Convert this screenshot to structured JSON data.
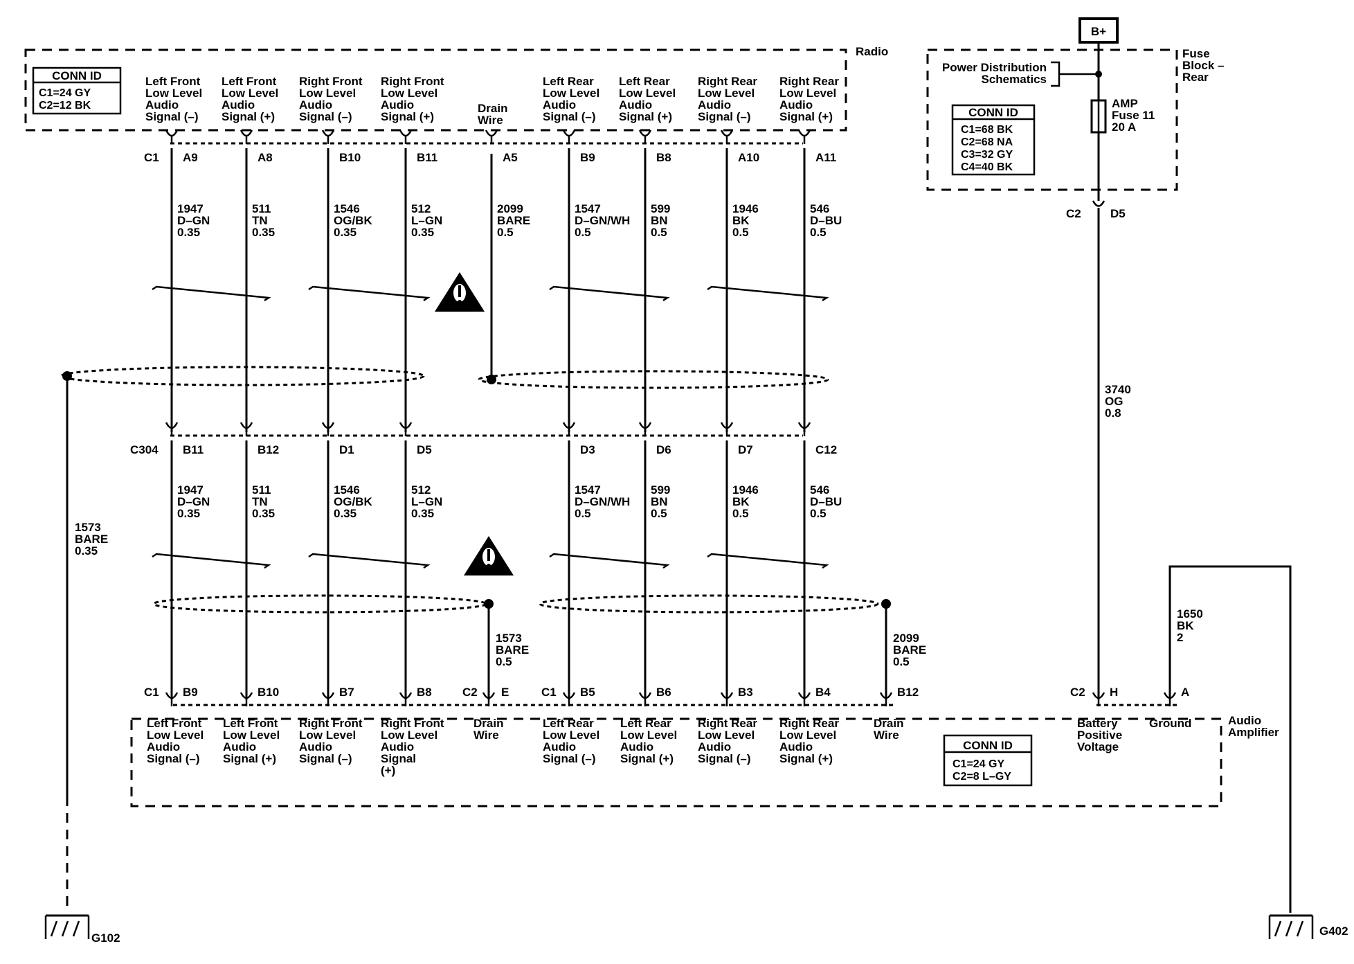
{
  "radio": {
    "label": "Radio",
    "conn_id": {
      "title": "CONN ID",
      "lines": [
        "C1=24 GY",
        "C2=12 BK"
      ]
    },
    "connector": "C1",
    "pins": [
      {
        "signal": [
          "Left Front",
          "Low Level",
          "Audio",
          "Signal (–)"
        ],
        "pin": "A9"
      },
      {
        "signal": [
          "Left Front",
          "Low Level",
          "Audio",
          "Signal (+)"
        ],
        "pin": "A8"
      },
      {
        "signal": [
          "Right Front",
          "Low Level",
          "Audio",
          "Signal (–)"
        ],
        "pin": "B10"
      },
      {
        "signal": [
          "Right Front",
          "Low Level",
          "Audio",
          "Signal (+)"
        ],
        "pin": "B11"
      },
      {
        "signal": [
          "Drain",
          "Wire"
        ],
        "pin": "A5"
      },
      {
        "signal": [
          "Left Rear",
          "Low Level",
          "Audio",
          "Signal (–)"
        ],
        "pin": "B9"
      },
      {
        "signal": [
          "Left Rear",
          "Low Level",
          "Audio",
          "Signal (+)"
        ],
        "pin": "B8"
      },
      {
        "signal": [
          "Right Rear",
          "Low Level",
          "Audio",
          "Signal (–)"
        ],
        "pin": "A10"
      },
      {
        "signal": [
          "Right Rear",
          "Low Level",
          "Audio",
          "Signal (+)"
        ],
        "pin": "A11"
      }
    ]
  },
  "upper_wires": [
    [
      "1947",
      "D–GN",
      "0.35"
    ],
    [
      "511",
      "TN",
      "0.35"
    ],
    [
      "1546",
      "OG/BK",
      "0.35"
    ],
    [
      "512",
      "L–GN",
      "0.35"
    ],
    [
      "2099",
      "BARE",
      "0.5"
    ],
    [
      "1547",
      "D–GN/WH",
      "0.5"
    ],
    [
      "599",
      "BN",
      "0.5"
    ],
    [
      "1946",
      "BK",
      "0.5"
    ],
    [
      "546",
      "D–BU",
      "0.5"
    ]
  ],
  "c304": {
    "connector": "C304",
    "pins": [
      "B11",
      "B12",
      "D1",
      "D5",
      "D3",
      "D6",
      "D7",
      "C12"
    ]
  },
  "lower_wires": [
    [
      "1947",
      "D–GN",
      "0.35"
    ],
    [
      "511",
      "TN",
      "0.35"
    ],
    [
      "1546",
      "OG/BK",
      "0.35"
    ],
    [
      "512",
      "L–GN",
      "0.35"
    ],
    [
      "1547",
      "D–GN/WH",
      "0.5"
    ],
    [
      "599",
      "BN",
      "0.5"
    ],
    [
      "1946",
      "BK",
      "0.5"
    ],
    [
      "546",
      "D–BU",
      "0.5"
    ]
  ],
  "drain_left": [
    "1573",
    "BARE",
    "0.35"
  ],
  "drain_mid": [
    "1573",
    "BARE",
    "0.5"
  ],
  "drain_right": [
    "2099",
    "BARE",
    "0.5"
  ],
  "amplifier": {
    "label": [
      "Audio",
      "Amplifier"
    ],
    "conn_id": {
      "title": "CONN ID",
      "lines": [
        "C1=24 GY",
        "C2=8 L–GY"
      ]
    },
    "c1": "C1",
    "c2": "C2",
    "group1_pins": [
      {
        "pin": "B9",
        "signal": [
          "Left Front",
          "Low Level",
          "Audio",
          "Signal (–)"
        ]
      },
      {
        "pin": "B10",
        "signal": [
          "Left Front",
          "Low Level",
          "Audio",
          "Signal (+)"
        ]
      },
      {
        "pin": "B7",
        "signal": [
          "Right Front",
          "Low Level",
          "Audio",
          "Signal (–)"
        ]
      },
      {
        "pin": "B8",
        "signal": [
          "Right Front",
          "Low Level",
          "Audio",
          "Signal",
          "(+)"
        ]
      }
    ],
    "drain_pin": {
      "pin": "E",
      "signal": [
        "Drain",
        "Wire"
      ]
    },
    "group2_pins": [
      {
        "pin": "B5",
        "signal": [
          "Left Rear",
          "Low Level",
          "Audio",
          "Signal (–)"
        ]
      },
      {
        "pin": "B6",
        "signal": [
          "Left Rear",
          "Low Level",
          "Audio",
          "Signal (+)"
        ]
      },
      {
        "pin": "B3",
        "signal": [
          "Right Rear",
          "Low Level",
          "Audio",
          "Signal (–)"
        ]
      },
      {
        "pin": "B4",
        "signal": [
          "Right Rear",
          "Low Level",
          "Audio",
          "Signal (+)"
        ]
      },
      {
        "pin": "B12",
        "signal": [
          "Drain",
          "Wire"
        ]
      }
    ],
    "power_pins": [
      {
        "pin": "H",
        "signal": [
          "Battery",
          "Positive",
          "Voltage"
        ]
      },
      {
        "pin": "A",
        "signal": [
          "Ground"
        ]
      }
    ]
  },
  "fuse_block": {
    "label": [
      "Fuse",
      "Block –",
      "Rear"
    ],
    "power_dist": [
      "Power Distribution",
      "Schematics"
    ],
    "conn_id": {
      "title": "CONN ID",
      "lines": [
        "C1=68 BK",
        "C2=68 NA",
        "C3=32 GY",
        "C4=40 BK"
      ]
    },
    "fuse": [
      "AMP",
      "Fuse 11",
      "20 A"
    ],
    "connector": "C2",
    "pin": "D5"
  },
  "supply": "B+",
  "power_wire": [
    "3740",
    "OG",
    "0.8"
  ],
  "ground_wire": [
    "1650",
    "BK",
    "2"
  ],
  "grounds": {
    "left": "G102",
    "right": "G402"
  }
}
